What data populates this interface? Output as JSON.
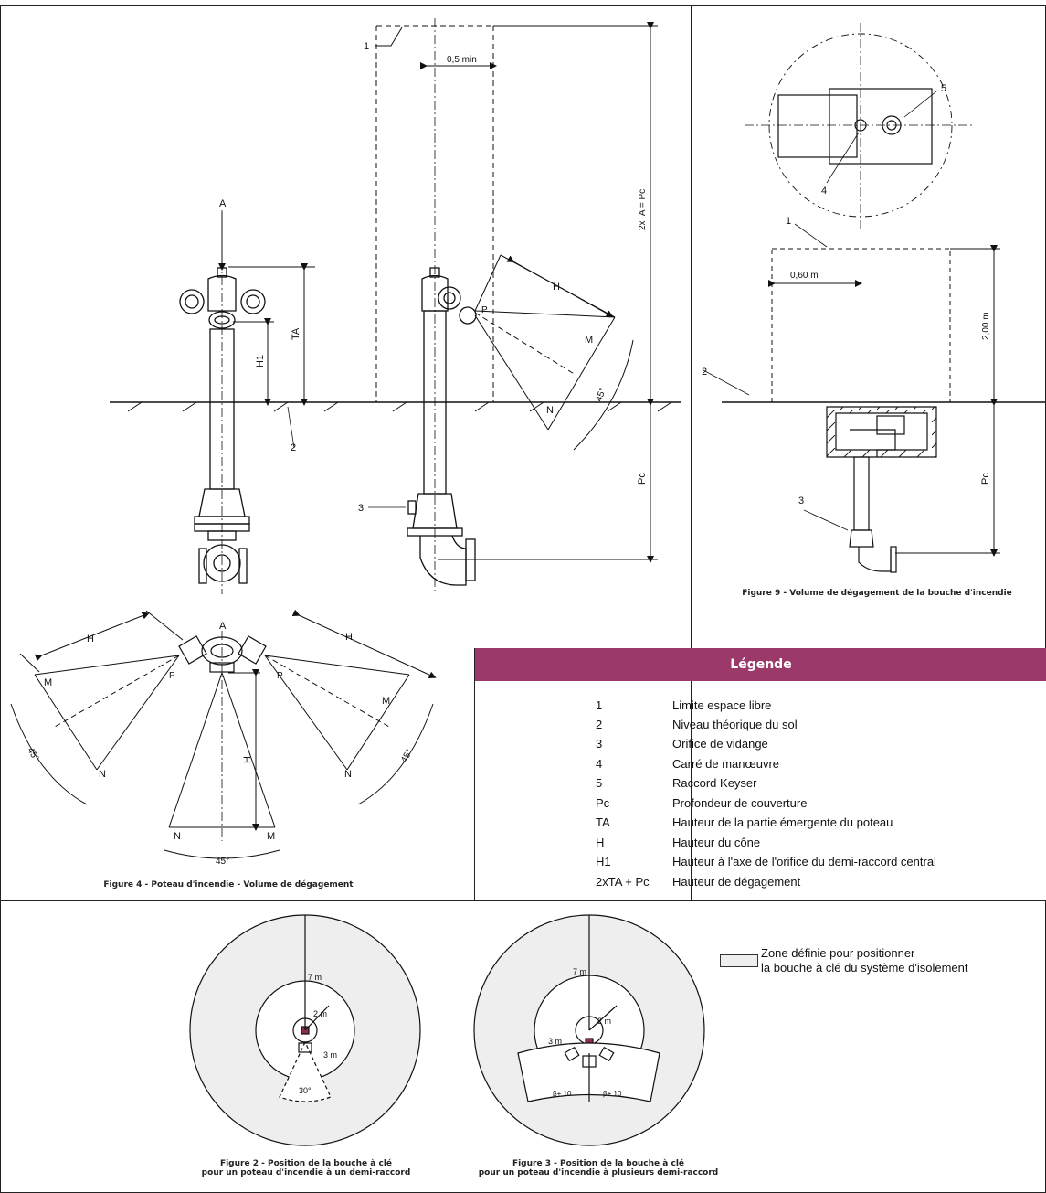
{
  "figures": {
    "fig4": {
      "caption": "Figure 4 - Poteau d'incendie - Volume de dégagement",
      "labels": {
        "A": "A",
        "A2": "A",
        "TA": "TA",
        "H1": "H1",
        "Pc": "Pc",
        "H": "H",
        "M": "M",
        "N": "N",
        "P": "P",
        "angle": "45°",
        "top_dim": "0,5 min",
        "right_dim": "2xTA = Pc",
        "n1": "1",
        "n2": "2",
        "n3": "3"
      }
    },
    "fig9": {
      "caption": "Figure 9 - Volume de dégagement de la bouche d'incendie",
      "labels": {
        "w": "0,60 m",
        "h": "2,00 m",
        "Pc": "Pc",
        "n1": "1",
        "n2": "2",
        "n3": "3",
        "n4": "4",
        "n5": "5"
      }
    },
    "fig2": {
      "caption_line1": "Figure 2 - Position de la bouche à clé",
      "caption_line2": "pour un poteau d'incendie à un demi-raccord",
      "labels": {
        "r7": "7 m",
        "r2": "2 m",
        "r3": "3 m",
        "angle": "30°"
      }
    },
    "fig3": {
      "caption_line1": "Figure 3 - Position de la bouche à clé",
      "caption_line2": "pour un poteau d'incendie à plusieurs demi-raccord",
      "labels": {
        "r7": "7 m",
        "r2": "2 m",
        "r3": "3 m",
        "b10a": "β+ 10",
        "b10b": "β+ 10"
      }
    }
  },
  "legend": {
    "title": "Légende",
    "items": [
      {
        "key": "1",
        "desc": "Limite espace libre"
      },
      {
        "key": "2",
        "desc": "Niveau théorique du sol"
      },
      {
        "key": "3",
        "desc": "Orifice de vidange"
      },
      {
        "key": "4",
        "desc": "Carré de manœuvre"
      },
      {
        "key": "5",
        "desc": "Raccord Keyser"
      },
      {
        "key": "Pc",
        "desc": "Profondeur de couverture"
      },
      {
        "key": "TA",
        "desc": "Hauteur de la partie émergente du poteau"
      },
      {
        "key": "H",
        "desc": "Hauteur du cône"
      },
      {
        "key": "H1",
        "desc": "Hauteur à l'axe de l'orifice du demi-raccord central"
      },
      {
        "key": "2xTA + Pc",
        "desc": "Hauteur de dégagement"
      }
    ]
  },
  "zone_legend": {
    "line1": "Zone définie pour positionner",
    "line2": "la bouche à clé du système d'isolement"
  },
  "colors": {
    "legend_header": "#9b3a6a",
    "zone_fill": "#eeeeee"
  }
}
